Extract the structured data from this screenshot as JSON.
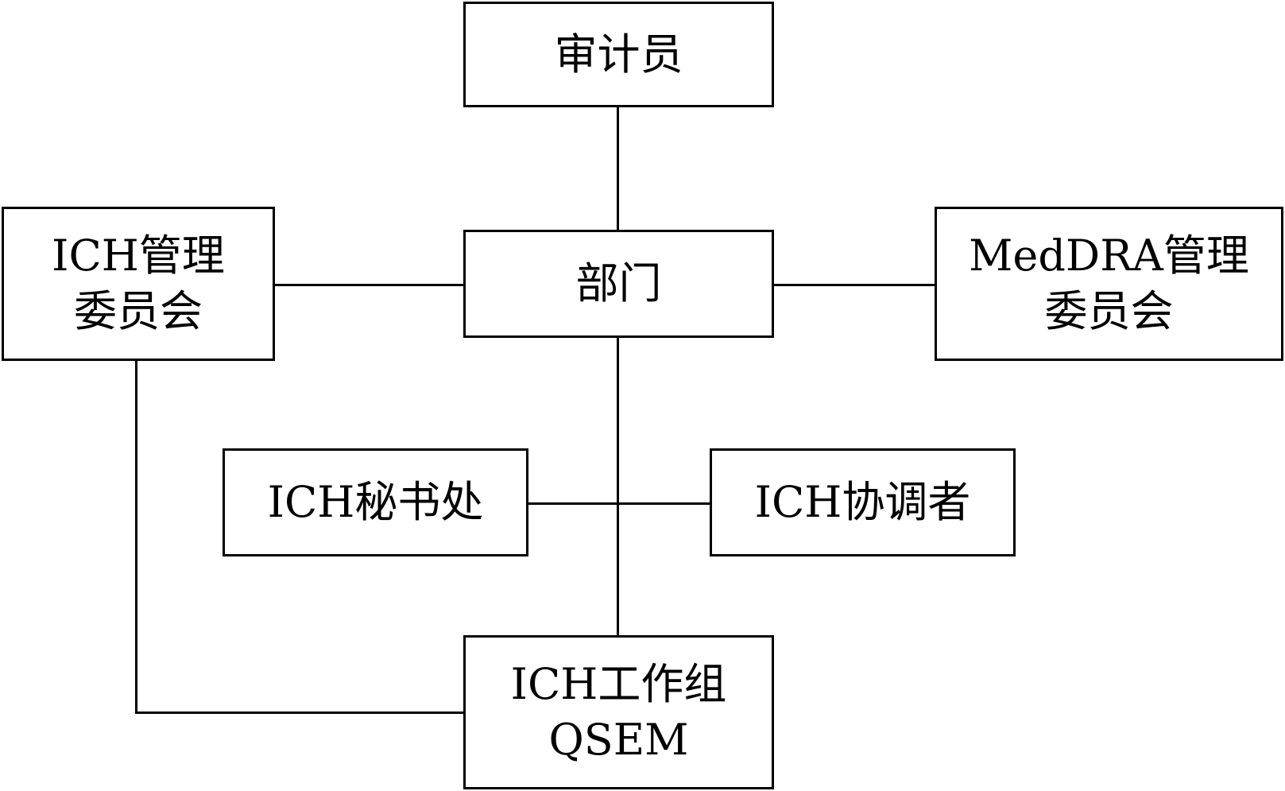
{
  "diagram": {
    "nodes": {
      "auditor": {
        "line1": "审计员"
      },
      "department": {
        "line1": "部门"
      },
      "ich_management": {
        "line1": "ICH管理",
        "line2": "委员会"
      },
      "meddra_management": {
        "line1": "MedDRA管理",
        "line2": "委员会"
      },
      "ich_secretariat": {
        "line1": "ICH秘书处"
      },
      "ich_coordinator": {
        "line1": "ICH协调者"
      },
      "ich_working_group": {
        "line1": "ICH工作组",
        "line2": "QSEM"
      }
    },
    "edges": [
      {
        "from": "auditor",
        "to": "department"
      },
      {
        "from": "ich_management",
        "to": "department"
      },
      {
        "from": "department",
        "to": "meddra_management"
      },
      {
        "from": "department",
        "to": "ich_working_group"
      },
      {
        "from": "ich_secretariat",
        "to": "ich_coordinator"
      },
      {
        "from": "ich_management",
        "to": "ich_working_group"
      }
    ],
    "colors": {
      "line": "#000000",
      "box_border": "#000000",
      "box_fill": "#ffffff",
      "text": "#000000"
    }
  }
}
